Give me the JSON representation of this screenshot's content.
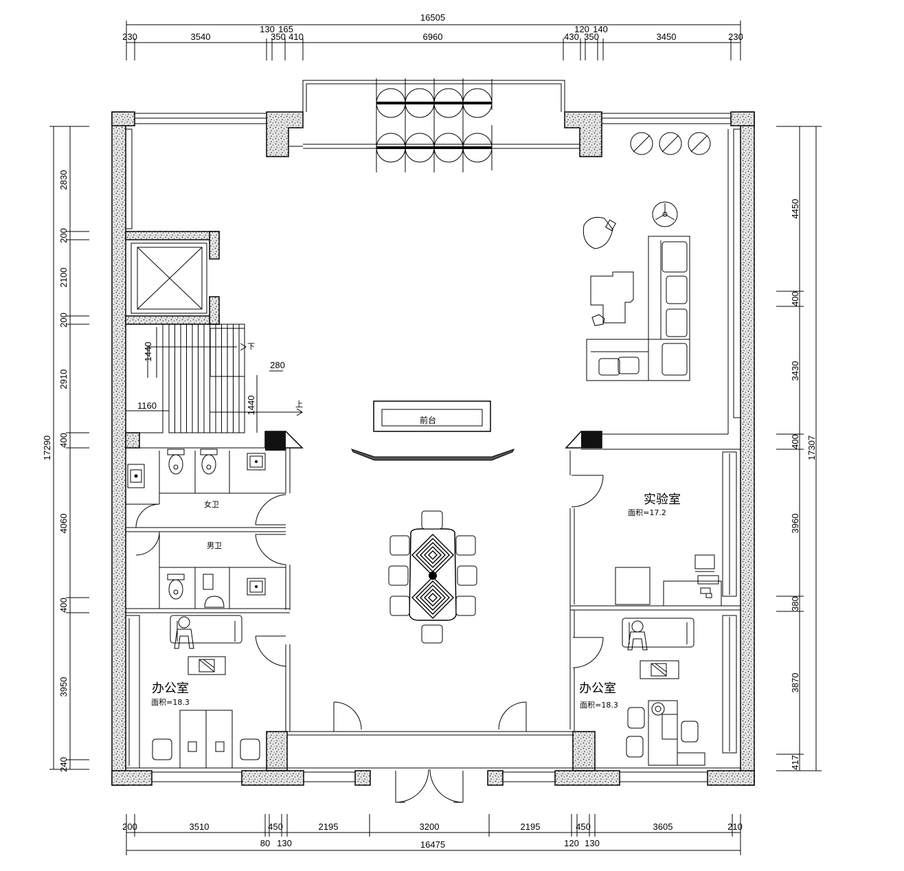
{
  "plan": {
    "dims_top_total": "16505",
    "dims_top": [
      "230",
      "3540",
      "130",
      "165",
      "350",
      "410",
      "6960",
      "430",
      "120",
      "140",
      "350",
      "3450",
      "230"
    ],
    "dims_bottom_total": "16475",
    "dims_bottom_upper": [
      "200",
      "3510",
      "450",
      "2195",
      "3200",
      "2195",
      "450",
      "3605",
      "210"
    ],
    "dims_bottom_lower": [
      "80",
      "130",
      "120",
      "130"
    ],
    "dims_left_total": "17290",
    "dims_left": [
      "2830",
      "200",
      "2100",
      "200",
      "2910",
      "400",
      "4060",
      "400",
      "3950",
      "240"
    ],
    "dims_right_total": "17307",
    "dims_right": [
      "4450",
      "400",
      "3430",
      "400",
      "3960",
      "380",
      "3870",
      "417"
    ],
    "dims_stair": [
      "1440",
      "1440",
      "1160",
      "280"
    ],
    "stair_down": "下",
    "stair_up": "上"
  },
  "rooms": {
    "reception": "前台",
    "women_wc": "女卫",
    "men_wc": "男卫",
    "lab": "实验室",
    "lab_area": "面积=17.2",
    "office_left": "办公室",
    "office_left_area": "面积=18.3",
    "office_right": "办公室",
    "office_right_area": "面积=18.3"
  },
  "colors": {
    "line": "#000000",
    "wall_fill": "#e4e4e4",
    "background": "#ffffff"
  }
}
